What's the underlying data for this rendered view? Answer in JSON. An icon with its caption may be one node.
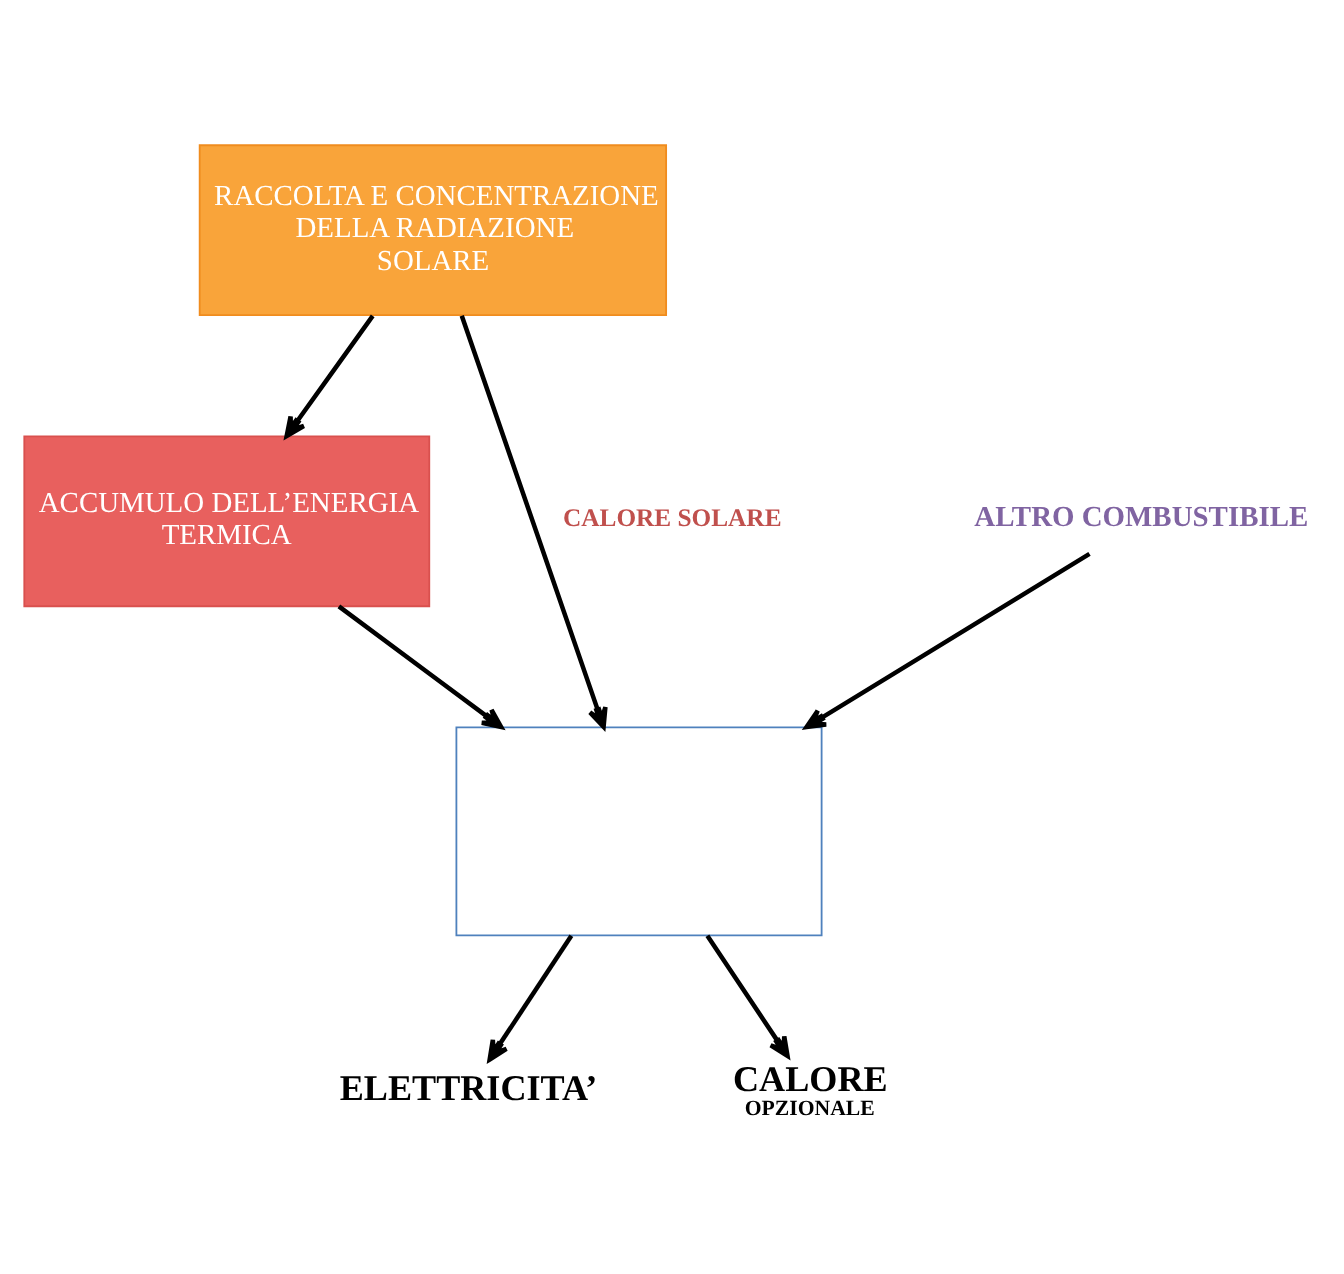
{
  "diagram": {
    "nodes": [
      {
        "text": [
          "RACCOLTA E CONCENTRAZIONE DELLA RADIAZIONE SOLARE"
        ]
      },
      {
        "text": [
          "ACCUMULO DELL’ENERGIA TERMICA"
        ]
      },
      {
        "text": [
          "ALTRO COMBUSTIBILE"
        ]
      },
      {
        "text": [],
        "shape": "box"
      },
      {
        "text": [
          "ELETTRICITA’"
        ]
      },
      {
        "text": [
          "CALORE",
          "OPZIONALE"
        ]
      }
    ],
    "edges": [
      {
        "from": 0,
        "to": 3,
        "arrow": "to",
        "label": "CALORE SOLARE"
      },
      {
        "from": 0,
        "to": 1,
        "arrow": "to"
      },
      {
        "from": 1,
        "to": 3,
        "arrow": "to"
      },
      {
        "from": 2,
        "to": 3,
        "arrow": "to"
      },
      {
        "from": 3,
        "to": 4,
        "arrow": "to"
      },
      {
        "from": 3,
        "to": 5,
        "arrow": "to"
      }
    ]
  }
}
